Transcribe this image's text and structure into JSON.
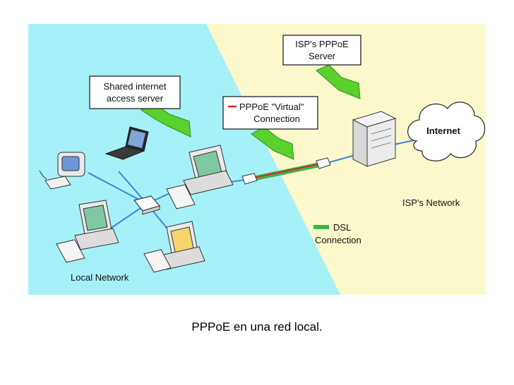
{
  "labels": {
    "shared_server_line1": "Shared internet",
    "shared_server_line2": "access server",
    "pppoe_virtual_line1": "PPPoE \"Virtual\"",
    "pppoe_virtual_line2": "Connection",
    "isp_server_line1": "ISP's PPPoE",
    "isp_server_line2": "Server",
    "internet": "Internet",
    "isp_network": "ISP's Network",
    "dsl_line1": "DSL",
    "dsl_line2": "Connection",
    "local_network": "Local Network"
  },
  "caption": "PPPoE en una red local.",
  "colors": {
    "local_network_bg": "#a6f0f7",
    "isp_network_bg": "#fbf8cc",
    "dsl_line": "#39b54a",
    "pppoe_line": "#e0222a",
    "lan_cable": "#3a86d8",
    "arrow_green": "#5ad12c"
  }
}
